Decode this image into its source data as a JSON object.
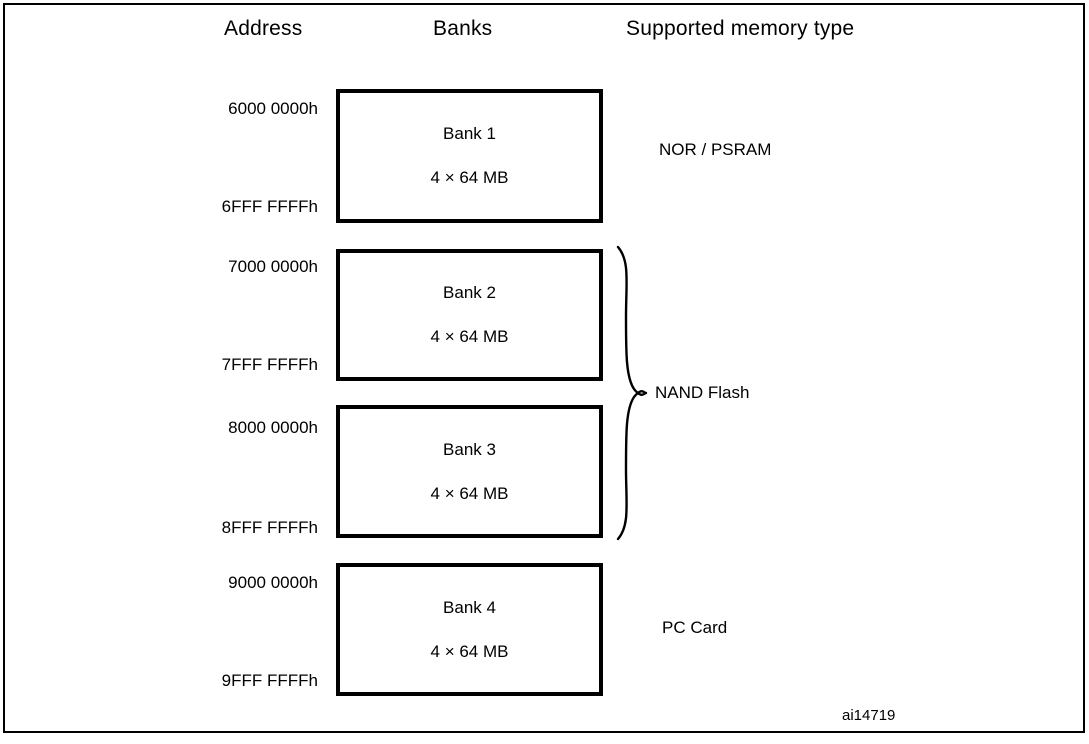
{
  "diagram": {
    "headers": {
      "address": "Address",
      "banks": "Banks",
      "memory_type": "Supported memory type"
    },
    "banks": [
      {
        "name": "Bank 1",
        "size": "4 × 64 MB",
        "address_start": "6000 0000h",
        "address_end": "6FFF FFFFh"
      },
      {
        "name": "Bank 2",
        "size": "4 × 64 MB",
        "address_start": "7000 0000h",
        "address_end": "7FFF FFFFh"
      },
      {
        "name": "Bank 3",
        "size": "4 × 64 MB",
        "address_start": "8000 0000h",
        "address_end": "8FFF FFFFh"
      },
      {
        "name": "Bank 4",
        "size": "4 × 64 MB",
        "address_start": "9000 0000h",
        "address_end": "9FFF FFFFh"
      }
    ],
    "memory_types": [
      {
        "label": "NOR / PSRAM",
        "applies_to": "Bank 1"
      },
      {
        "label": "NAND Flash",
        "applies_to": "Bank 2, Bank 3"
      },
      {
        "label": "PC Card",
        "applies_to": "Bank 4"
      }
    ],
    "watermark": "ai14719",
    "colors": {
      "background": "#ffffff",
      "ink": "#000000",
      "box_border": "#000000",
      "frame_border": "#000000"
    }
  }
}
